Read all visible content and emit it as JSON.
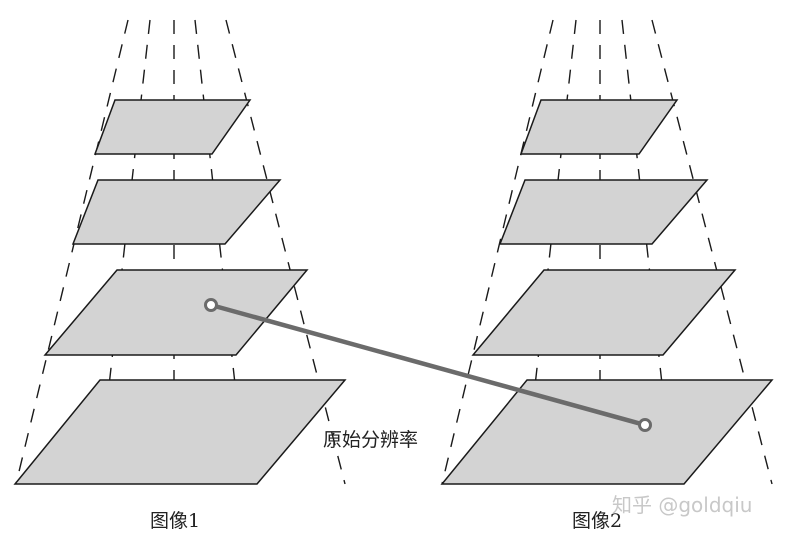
{
  "labels": {
    "image1": "图像1",
    "image2": "图像2",
    "original_resolution": "原始分辨率"
  },
  "watermark": "知乎 @goldqiu",
  "colors": {
    "layer_fill": "#d3d3d3",
    "stroke": "#1a1a1a",
    "match_line": "#6b6b6b",
    "background": "#ffffff"
  },
  "pyramids": [
    {
      "id": "image1",
      "levels": 4
    },
    {
      "id": "image2",
      "levels": 4
    }
  ]
}
